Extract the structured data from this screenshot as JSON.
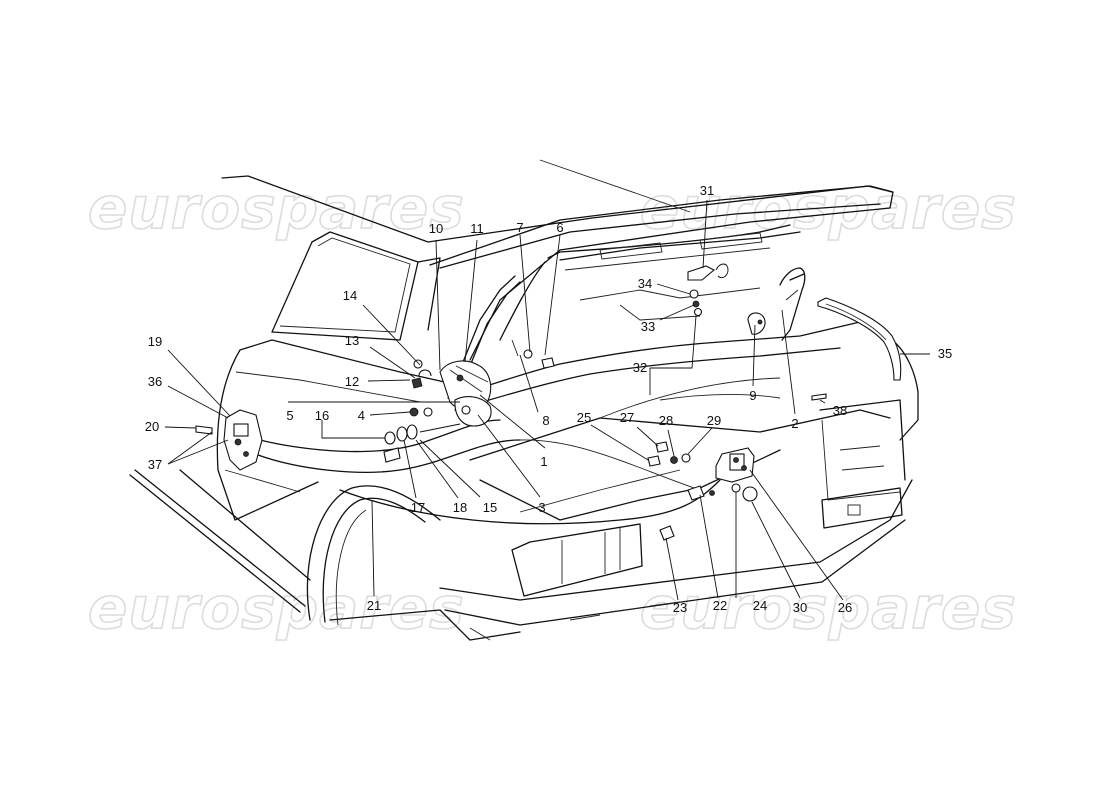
{
  "watermark": {
    "text": "eurospares"
  },
  "callouts": [
    "1",
    "2",
    "3",
    "4",
    "5",
    "6",
    "7",
    "8",
    "9",
    "10",
    "11",
    "12",
    "13",
    "14",
    "15",
    "16",
    "17",
    "18",
    "19",
    "20",
    "21",
    "22",
    "23",
    "24",
    "25",
    "26",
    "27",
    "28",
    "29",
    "30",
    "31",
    "32",
    "33",
    "34",
    "35",
    "36",
    "37",
    "38"
  ]
}
